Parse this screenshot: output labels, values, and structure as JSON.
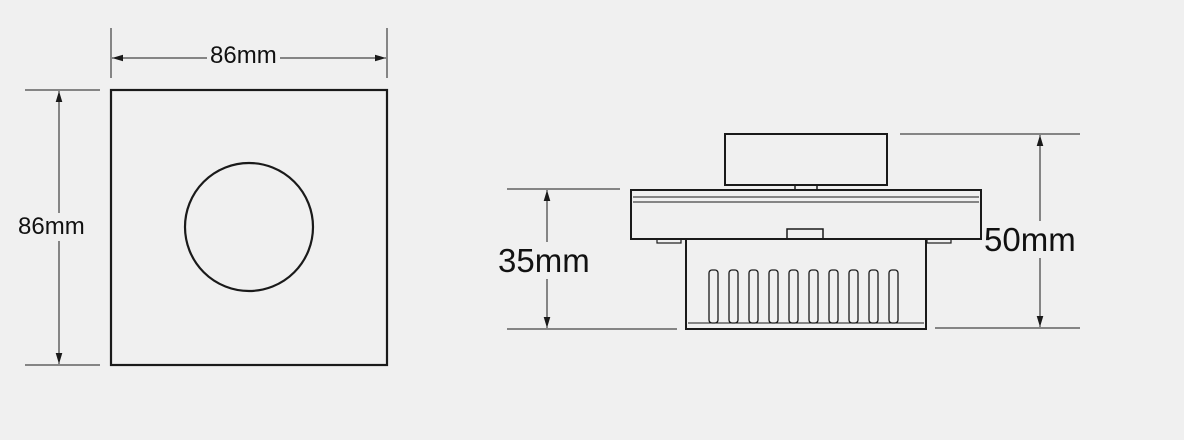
{
  "dimensions": {
    "front_width": "86mm",
    "front_height": "86mm",
    "side_body_height": "35mm",
    "side_total_height": "50mm"
  },
  "colors": {
    "background": "#f0f0f0",
    "line": "#1a1a1a"
  }
}
